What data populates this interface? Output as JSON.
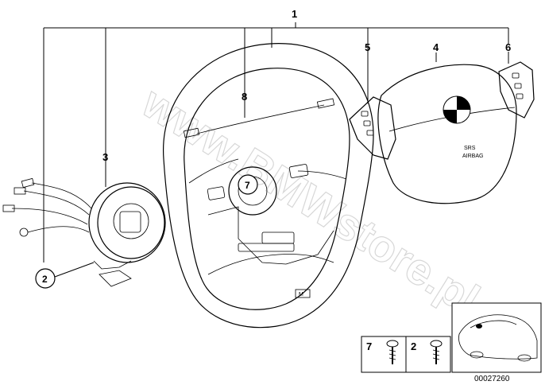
{
  "diagram": {
    "callouts": [
      "1",
      "3",
      "5",
      "4",
      "6",
      "8"
    ],
    "circled_callouts": [
      "2",
      "7"
    ],
    "airbag_text": [
      "SRS",
      "AIRBAG"
    ],
    "badge_text": "M",
    "watermark": "www.BMWstore.pl",
    "fastener_table": [
      {
        "number": "7"
      },
      {
        "number": "2"
      }
    ],
    "document_number": "00027260"
  }
}
